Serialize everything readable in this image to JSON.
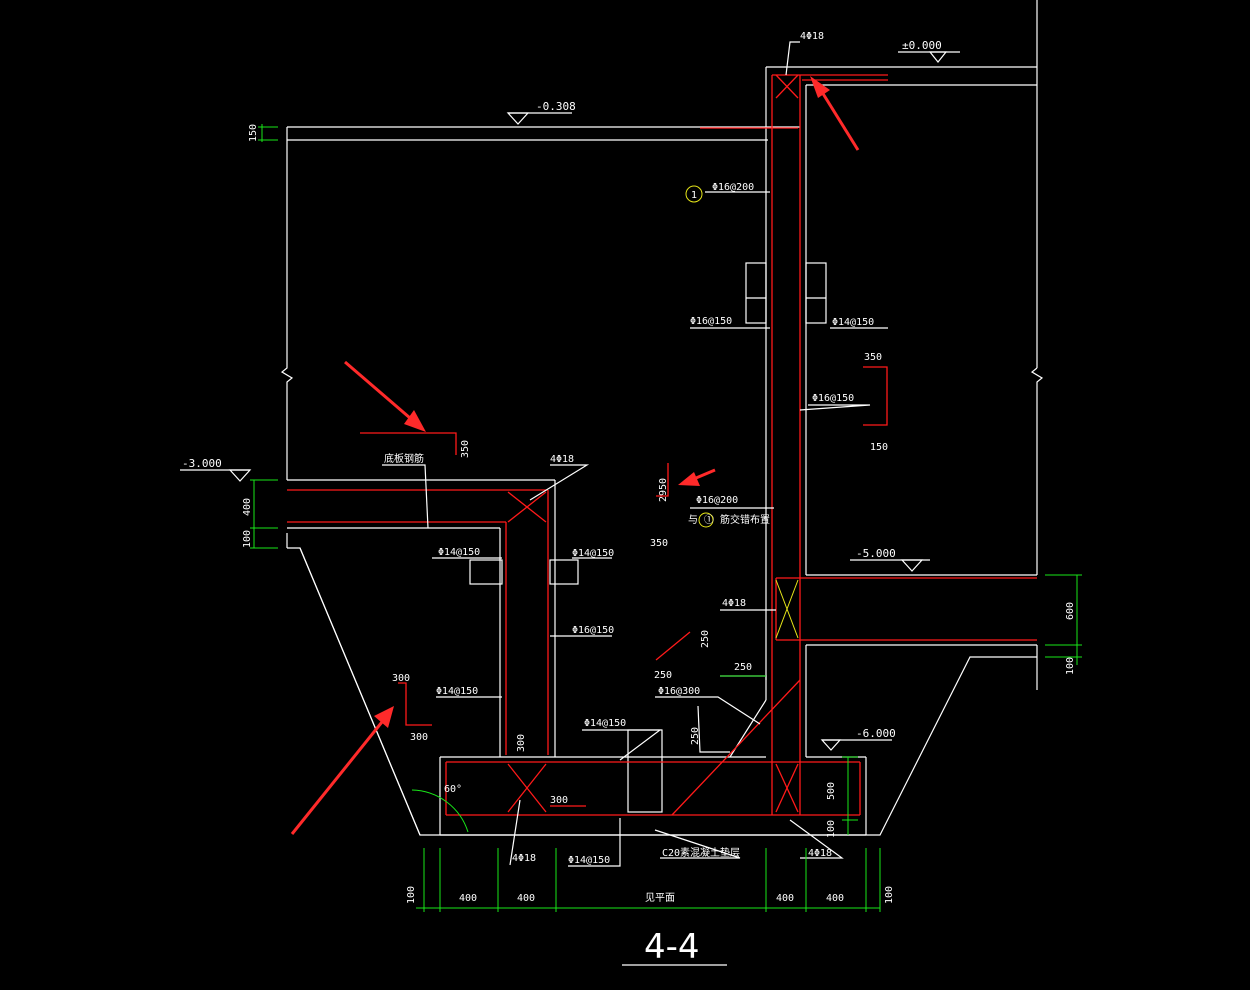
{
  "title": "4-4",
  "elevations": {
    "top": "±0.000",
    "level1": "-0.308",
    "level2": "-3.000",
    "level3": "-5.000",
    "level4": "-6.000"
  },
  "rebar": {
    "r_4phi18_top": "4Φ18",
    "r_phi16_200_top": "Φ16@200",
    "r_phi16_150_a": "Φ16@150",
    "r_phi14_150_a": "Φ14@150",
    "r_phi16_150_b": "Φ16@150",
    "r_4phi18_mid": "4Φ18",
    "r_phi14_150_l": "Φ14@150",
    "r_phi14_150_r": "Φ14@150",
    "r_phi16_150_c": "Φ16@150",
    "r_phi14_150_d": "Φ14@150",
    "r_phi16_300": "Φ16@300",
    "r_phi14_150_e": "Φ14@150",
    "r_4phi18_right": "4Φ18",
    "r_phi16_200_mid": "Φ16@200",
    "r_note_mid": "与 ① 筋交错布置",
    "r_4phi18_bl": "4Φ18",
    "r_phi14_150_bot": "Φ14@150",
    "r_4phi18_br": "4Φ18",
    "r_slab_label": "底板钢筋",
    "r_c20": "C20素混凝土垫层"
  },
  "marker": "1",
  "dims": {
    "d150_top": "150",
    "d350_a": "350",
    "d150_b": "150",
    "d350_c": "350",
    "d2950": "2950",
    "d350_d": "350",
    "d400_left": "400",
    "d100_left": "100",
    "d600_right": "600",
    "d100_right": "100",
    "d250_a": "250",
    "d250_b": "250",
    "d250_c": "250",
    "d250_d": "250",
    "d300_a": "300",
    "d300_b": "300",
    "d300_c": "300",
    "d300_d": "300",
    "d500": "500",
    "d100_bot": "100",
    "angle": "60°",
    "bottom_dims": [
      "100",
      "400",
      "400",
      "见平面",
      "400",
      "400",
      "100"
    ]
  }
}
